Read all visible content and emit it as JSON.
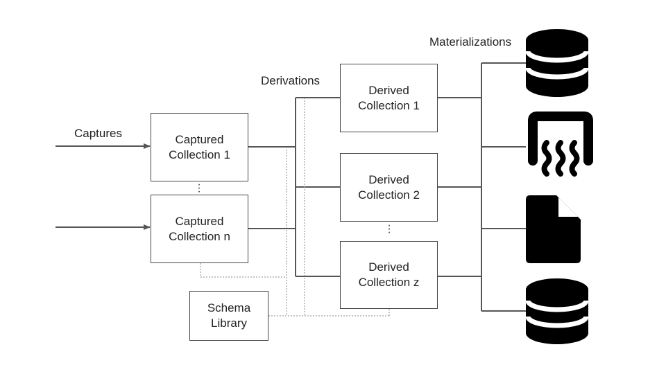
{
  "labels": {
    "captures": "Captures",
    "derivations": "Derivations",
    "materializations": "Materializations"
  },
  "boxes": {
    "captured_1": [
      "Captured",
      "Collection 1"
    ],
    "captured_n": [
      "Captured",
      "Collection n"
    ],
    "derived_1": [
      "Derived",
      "Collection 1"
    ],
    "derived_2": [
      "Derived",
      "Collection 2"
    ],
    "derived_z": [
      "Derived",
      "Collection z"
    ],
    "schema_library": [
      "Schema",
      "Library"
    ]
  },
  "icons": [
    "database-icon",
    "stream-icon",
    "file-icon",
    "database-icon"
  ],
  "colors": {
    "line": "#555555",
    "icon": "#000000",
    "dotted": "#8a8a8a"
  }
}
